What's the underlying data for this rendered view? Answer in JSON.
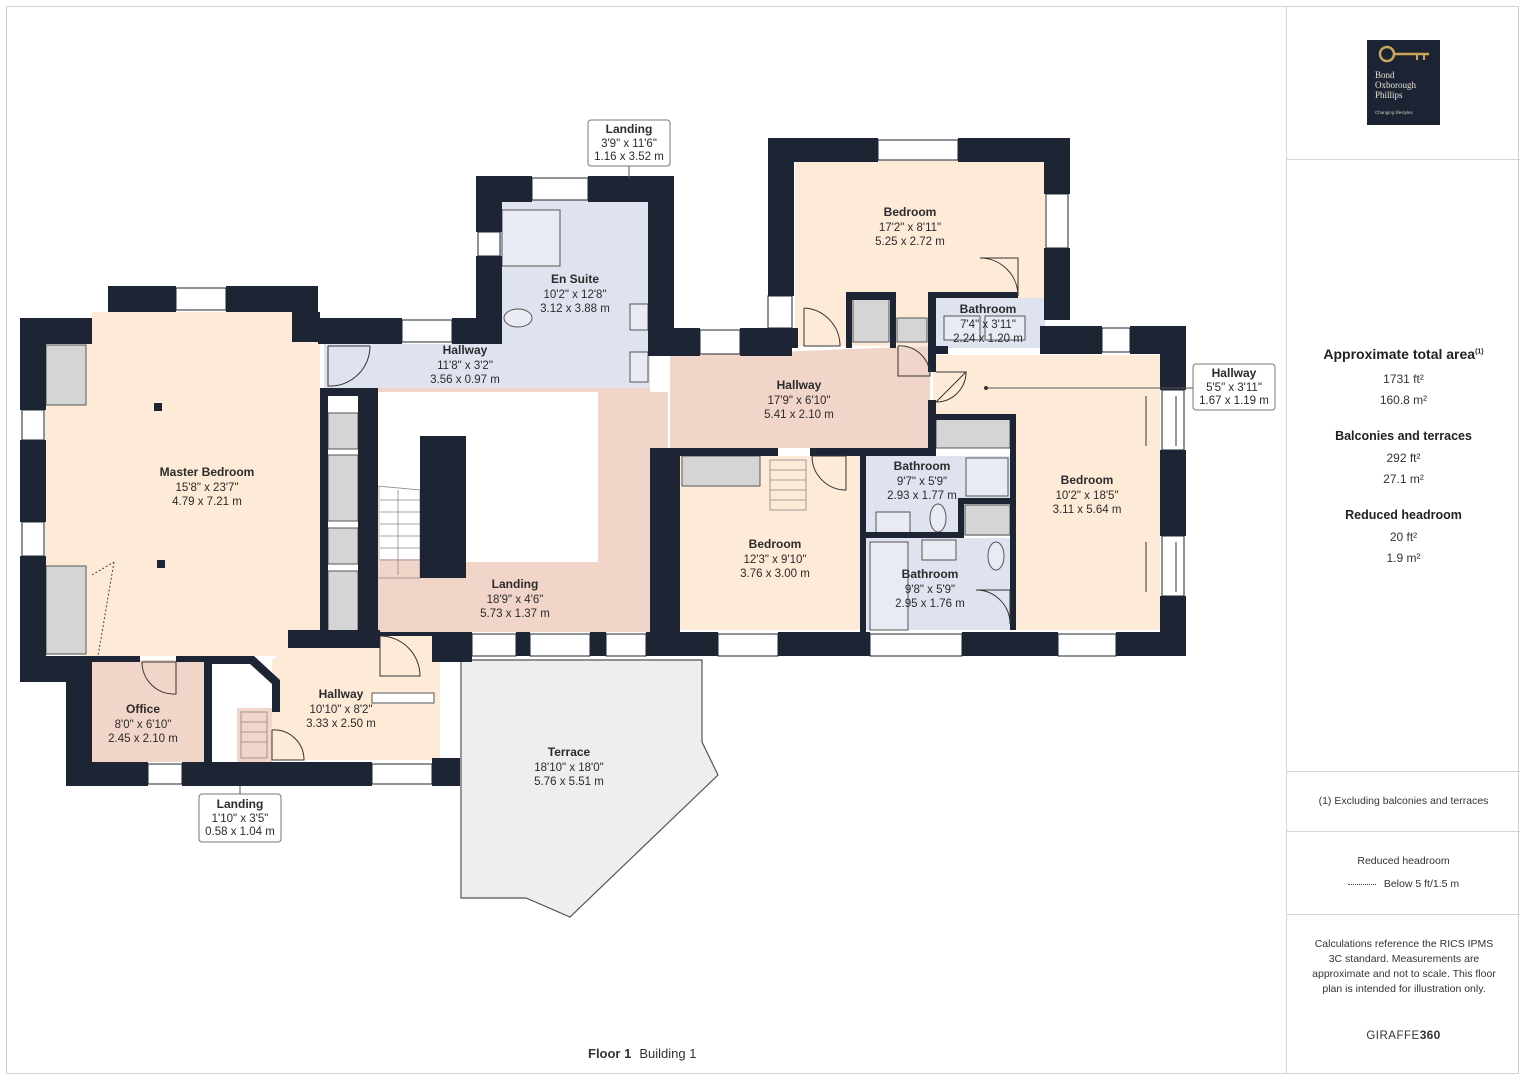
{
  "rooms": [
    {
      "name": "Master Bedroom",
      "dim_imperial": "15'8\" x 23'7\"",
      "dim_metric": "4.79 x 7.21 m"
    },
    {
      "name": "Hallway",
      "dim_imperial": "11'8\" x 3'2\"",
      "dim_metric": "3.56 x 0.97 m"
    },
    {
      "name": "En Suite",
      "dim_imperial": "10'2\" x 12'8\"",
      "dim_metric": "3.12 x 3.88 m"
    },
    {
      "name": "Landing",
      "dim_imperial": "3'9\" x 11'6\"",
      "dim_metric": "1.16 x 3.52 m"
    },
    {
      "name": "Bedroom",
      "dim_imperial": "17'2\" x 8'11\"",
      "dim_metric": "5.25 x 2.72 m"
    },
    {
      "name": "Bathroom",
      "dim_imperial": "7'4\" x 3'11\"",
      "dim_metric": "2.24 x 1.20 m"
    },
    {
      "name": "Hallway",
      "dim_imperial": "17'9\" x 6'10\"",
      "dim_metric": "5.41 x 2.10 m"
    },
    {
      "name": "Hallway",
      "dim_imperial": "5'5\" x 3'11\"",
      "dim_metric": "1.67 x 1.19 m"
    },
    {
      "name": "Bathroom",
      "dim_imperial": "9'7\" x 5'9\"",
      "dim_metric": "2.93 x 1.77 m"
    },
    {
      "name": "Bedroom",
      "dim_imperial": "10'2\" x 18'5\"",
      "dim_metric": "3.11 x 5.64 m"
    },
    {
      "name": "Bedroom",
      "dim_imperial": "12'3\" x 9'10\"",
      "dim_metric": "3.76 x 3.00 m"
    },
    {
      "name": "Bathroom",
      "dim_imperial": "9'8\" x 5'9\"",
      "dim_metric": "2.95 x 1.76 m"
    },
    {
      "name": "Landing",
      "dim_imperial": "18'9\" x 4'6\"",
      "dim_metric": "5.73 x 1.37 m"
    },
    {
      "name": "Hallway",
      "dim_imperial": "10'10\" x 8'2\"",
      "dim_metric": "3.33 x 2.50 m"
    },
    {
      "name": "Office",
      "dim_imperial": "8'0\" x 6'10\"",
      "dim_metric": "2.45 x 2.10 m"
    },
    {
      "name": "Terrace",
      "dim_imperial": "18'10\" x 18'0\"",
      "dim_metric": "5.76 x 5.51 m"
    },
    {
      "name": "Landing",
      "dim_imperial": "1'10\" x 3'5\"",
      "dim_metric": "0.58 x 1.04 m"
    }
  ],
  "logo": {
    "line1": "Bond",
    "line2": "Oxborough",
    "line3": "Phillips",
    "tagline": "Changing lifestyles"
  },
  "summary": {
    "total_label": "Approximate total area",
    "total_sup": "(1)",
    "total_ft": "1731 ft²",
    "total_m": "160.8 m²",
    "balconies_label": "Balconies and terraces",
    "balconies_ft": "292 ft²",
    "balconies_m": "27.1 m²",
    "headroom_label": "Reduced headroom",
    "headroom_ft": "20 ft²",
    "headroom_m": "1.9 m²"
  },
  "notes": {
    "excluding": "(1) Excluding balconies and terraces",
    "legend_title": "Reduced headroom",
    "legend_item": "Below 5 ft/1.5 m",
    "disclaimer": "Calculations reference the RICS IPMS 3C standard. Measurements are approximate and not to scale. This floor plan is intended for illustration only.",
    "brand_a": "GIRAFFE",
    "brand_b": "360"
  },
  "footer": {
    "floor": "Floor 1",
    "building": "Building 1"
  },
  "colors": {
    "wall": "#1d2433",
    "bedroom": "#fdebd8",
    "landing": "#f1d5c9",
    "bathroom": "#dfe3ef",
    "terrace": "#eeeeee",
    "fixture": "#d5d5d5"
  }
}
